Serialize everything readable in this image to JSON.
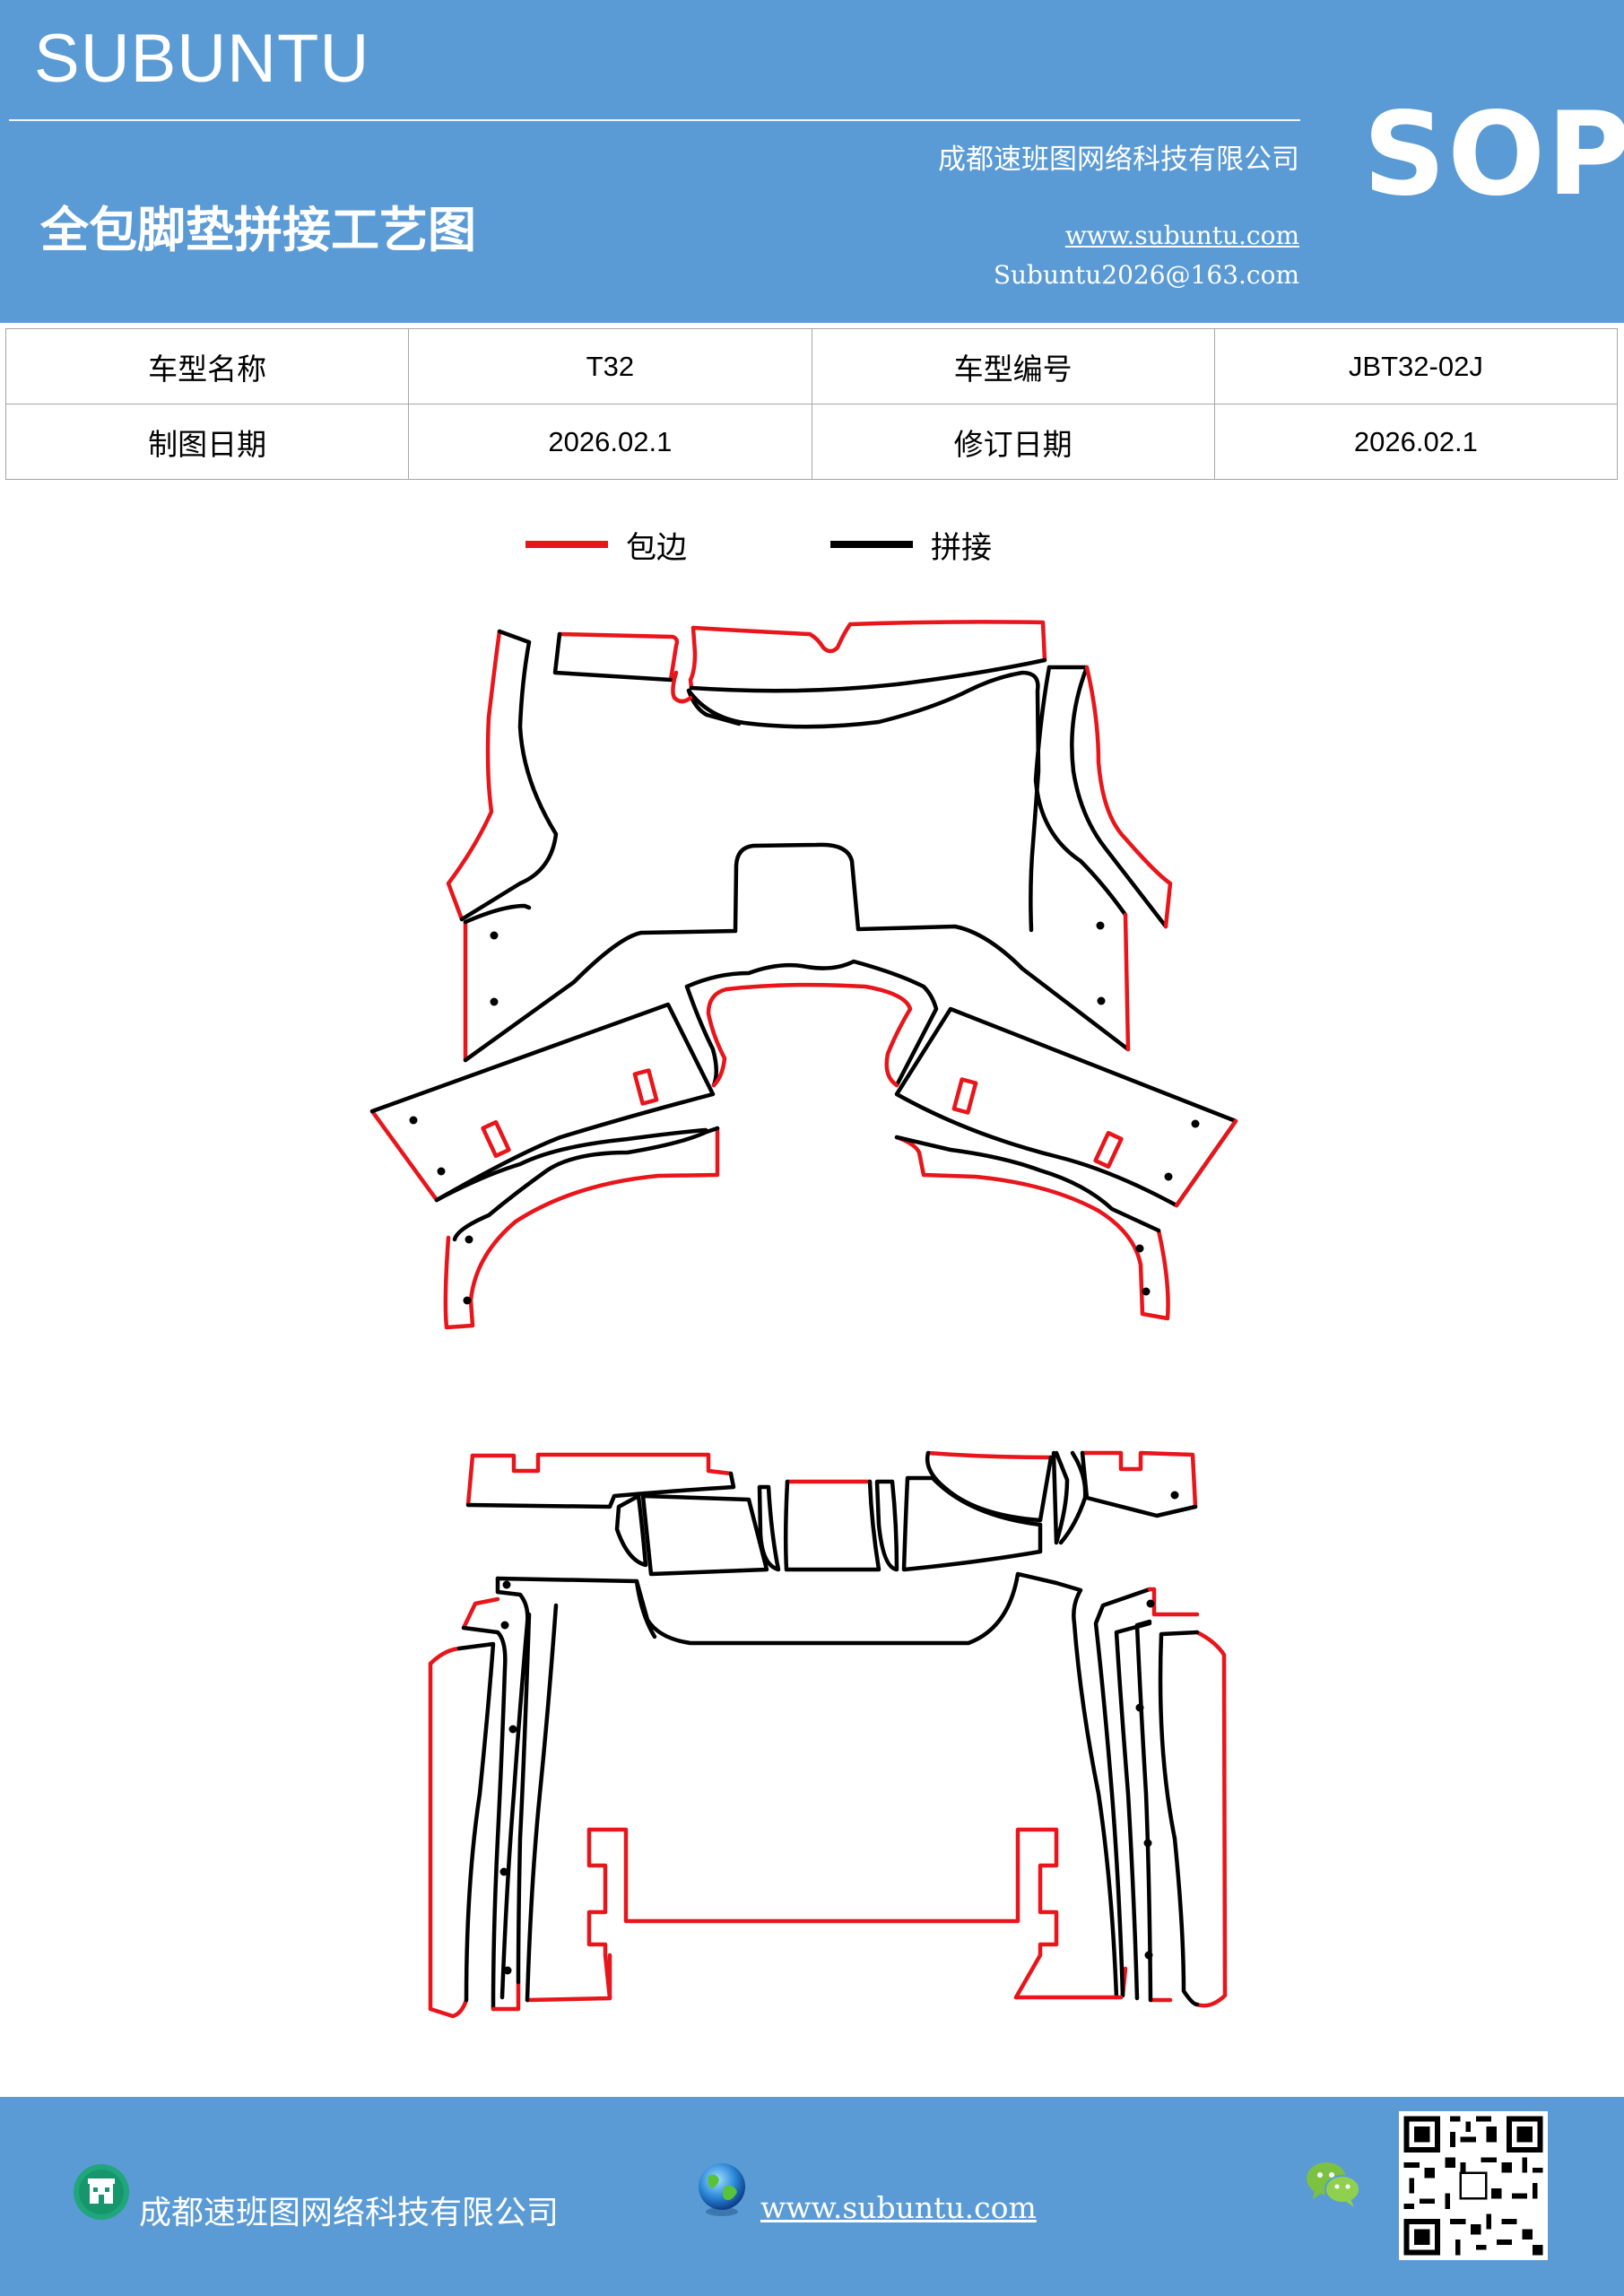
{
  "header": {
    "brand": "SUBUNTU",
    "company": "成都速班图网络科技有限公司",
    "title": "全包脚垫拼接工艺图",
    "website": "www.subuntu.com",
    "email": "Subuntu2026@163.com",
    "badge": "SOP"
  },
  "info": {
    "model_name_label": "车型名称",
    "model_name_value": "T32",
    "model_code_label": "车型编号",
    "model_code_value": "JBT32-02J",
    "draw_date_label": "制图日期",
    "draw_date_value": "2026.02.1",
    "revise_date_label": "修订日期",
    "revise_date_value": "2026.02.1"
  },
  "legend": {
    "edge_label": "包边",
    "edge_color": "#e8151b",
    "seam_label": "拼接",
    "seam_color": "#000000"
  },
  "footer": {
    "company": "成都速班图网络科技有限公司",
    "website": "www.subuntu.com",
    "icons": [
      "building-icon",
      "globe-icon",
      "wechat-icon",
      "qr-code"
    ]
  }
}
